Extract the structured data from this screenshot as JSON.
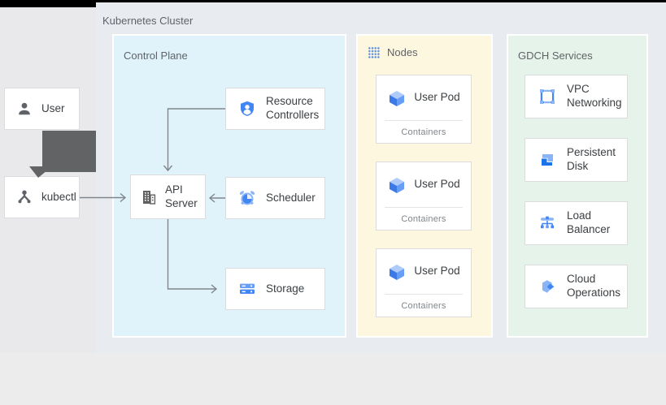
{
  "colors": {
    "accent_blue": "#4285f4",
    "accent_blue_light": "#8ab4f8",
    "control_plane_bg": "#e0f3fb",
    "nodes_bg": "#fdf7e0",
    "gdch_bg": "#e6f3ea",
    "cluster_panel_bg": "#e8ecf0",
    "card_border": "#dadce0",
    "label_gray": "#5f6368",
    "arrow_gray": "#80868b",
    "thick_arrow_gray": "#626365"
  },
  "icons": {
    "user": "person-icon",
    "kubectl": "kubectl-nodes-icon",
    "api_server": "building-icon",
    "resource_controllers": "shield-person-icon",
    "scheduler": "alarm-clock-icon",
    "storage": "server-stack-icon",
    "nodes_header": "dot-grid-icon",
    "user_pod": "cube-icon",
    "vpc_networking": "marquee-corners-icon",
    "persistent_disk": "layered-disk-icon",
    "load_balancer": "tree-hierarchy-icon",
    "cloud_operations": "gem-hexagon-icon"
  },
  "actors": {
    "user": "User",
    "kubectl": "kubectl"
  },
  "cluster": {
    "title": "Kubernetes Cluster",
    "control_plane": {
      "title": "Control Plane",
      "resource_controllers": "Resource Controllers",
      "api_server": "API Server",
      "scheduler": "Scheduler",
      "storage": "Storage"
    },
    "nodes": {
      "title": "Nodes",
      "pods": [
        {
          "label": "User Pod",
          "sublabel": "Containers"
        },
        {
          "label": "User Pod",
          "sublabel": "Containers"
        },
        {
          "label": "User Pod",
          "sublabel": "Containers"
        }
      ]
    },
    "gdch": {
      "title": "GDCH Services",
      "services": [
        {
          "label": "VPC Networking"
        },
        {
          "label": "Persistent Disk"
        },
        {
          "label": "Load Balancer"
        },
        {
          "label": "Cloud Operations"
        }
      ]
    }
  }
}
